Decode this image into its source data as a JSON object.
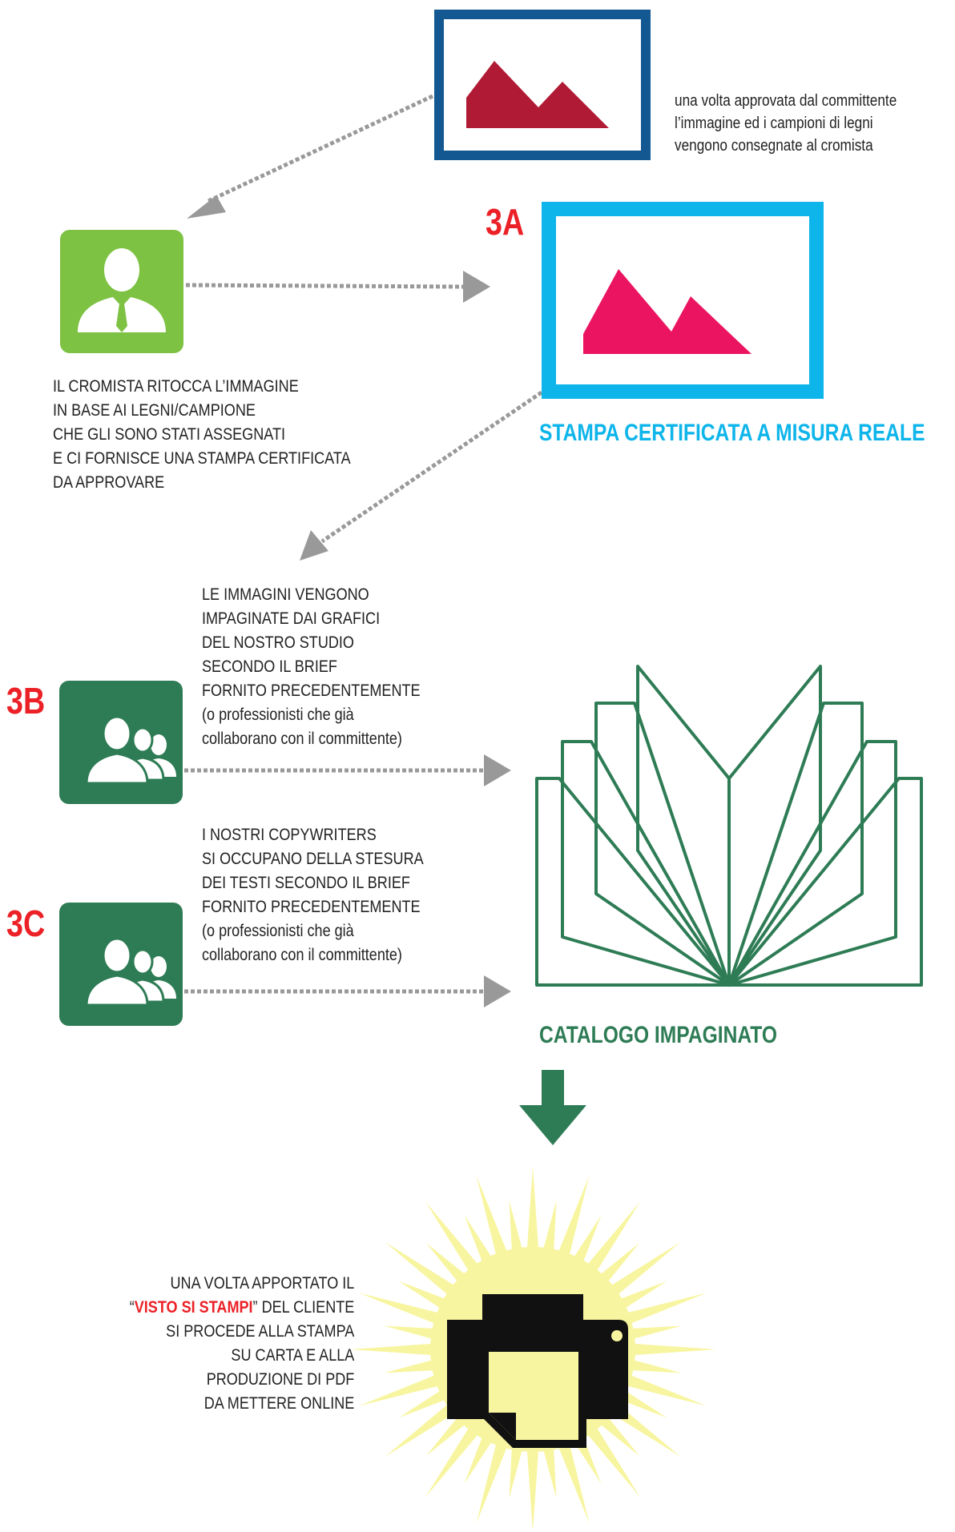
{
  "colors": {
    "navy": "#135891",
    "crimson": "#B01A34",
    "cyan": "#0DB5EA",
    "magenta": "#EB1460",
    "green_light": "#7DC242",
    "green_dark": "#2E7C55",
    "red_label": "#EB2127",
    "gray_arrow": "#999999",
    "burst_yellow": "#F8F5A0",
    "printer_black": "#111111"
  },
  "step1": {
    "icon": "image-icon",
    "lines": [
      "una volta approvata dal committente",
      "l’immagine ed i campioni di legni",
      "vengono consegnate al cromista"
    ]
  },
  "cromista": {
    "icon": "person-tie-icon",
    "lines": [
      "IL CROMISTA RITOCCA L’IMMAGINE",
      "IN BASE AI LEGNI/CAMPIONE",
      "CHE GLI SONO STATI ASSEGNATI",
      "E CI FORNISCE UNA STAMPA CERTIFICATA",
      "DA APPROVARE"
    ]
  },
  "step3a": {
    "label": "3A",
    "icon": "image-icon",
    "caption": "STAMPA CERTIFICATA A MISURA REALE"
  },
  "step3b": {
    "label": "3B",
    "icon": "group-people-icon",
    "lines": [
      "LE IMMAGINI VENGONO",
      "IMPAGINATE DAI GRAFICI",
      "DEL NOSTRO STUDIO",
      "SECONDO IL BRIEF",
      "FORNITO PRECEDENTEMENTE",
      "(o professionisti che già",
      "collaborano con il committente)"
    ]
  },
  "step3c": {
    "label": "3C",
    "icon": "group-people-icon",
    "lines": [
      "I NOSTRI COPYWRITERS",
      "SI OCCUPANO DELLA STESURA",
      "DEI TESTI SECONDO IL BRIEF",
      "FORNITO PRECEDENTEMENTE",
      "(o professionisti che già",
      "collaborano con il committente)"
    ]
  },
  "catalog": {
    "icon": "open-book-icon",
    "caption": "CATALOGO IMPAGINATO"
  },
  "final": {
    "icon": "printer-icon",
    "line1": "UNA VOLTA APPORTATO IL",
    "line2_open": "“",
    "line2_highlight": "VISTO SI STAMPI",
    "line2_rest": "” DEL CLIENTE",
    "lines_rest": [
      "SI PROCEDE ALLA STAMPA",
      "SU CARTA E ALLA",
      "PRODUZIONE DI PDF",
      "DA METTERE ONLINE"
    ]
  }
}
